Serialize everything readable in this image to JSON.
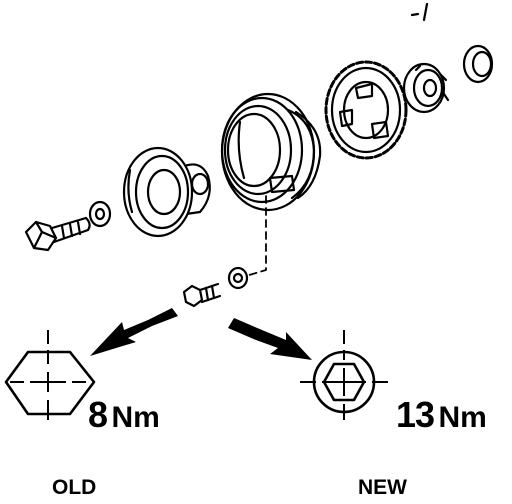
{
  "labels": {
    "old_torque_value": "8",
    "old_torque_unit": "Nm",
    "new_torque_value": "13",
    "new_torque_unit": "Nm",
    "old_caption": "OLD",
    "new_caption": "NEW"
  },
  "colors": {
    "ink": "#000000",
    "paper": "#ffffff"
  },
  "icons": {
    "old_bolt_head": "hexagon-bolt-head-icon",
    "new_bolt_head": "flanged-bolt-head-icon",
    "arrow": "thick-arrow-icon"
  }
}
